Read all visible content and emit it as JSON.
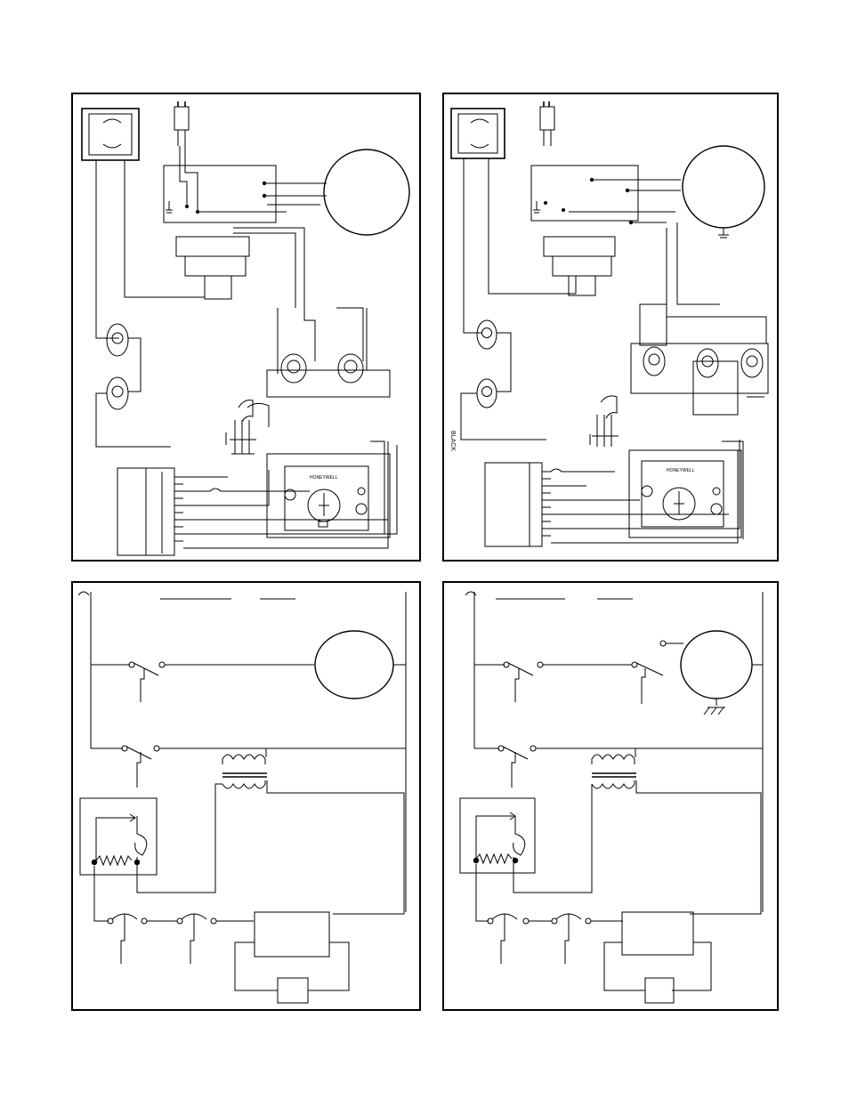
{
  "panels": {
    "top_left": {
      "kind": "pictorial-wiring"
    },
    "top_right": {
      "kind": "pictorial-wiring",
      "wire_label": "BLACK"
    },
    "bottom_left": {
      "kind": "ladder-schematic"
    },
    "bottom_right": {
      "kind": "ladder-schematic"
    }
  },
  "valve_brand": "HONEYWELL"
}
